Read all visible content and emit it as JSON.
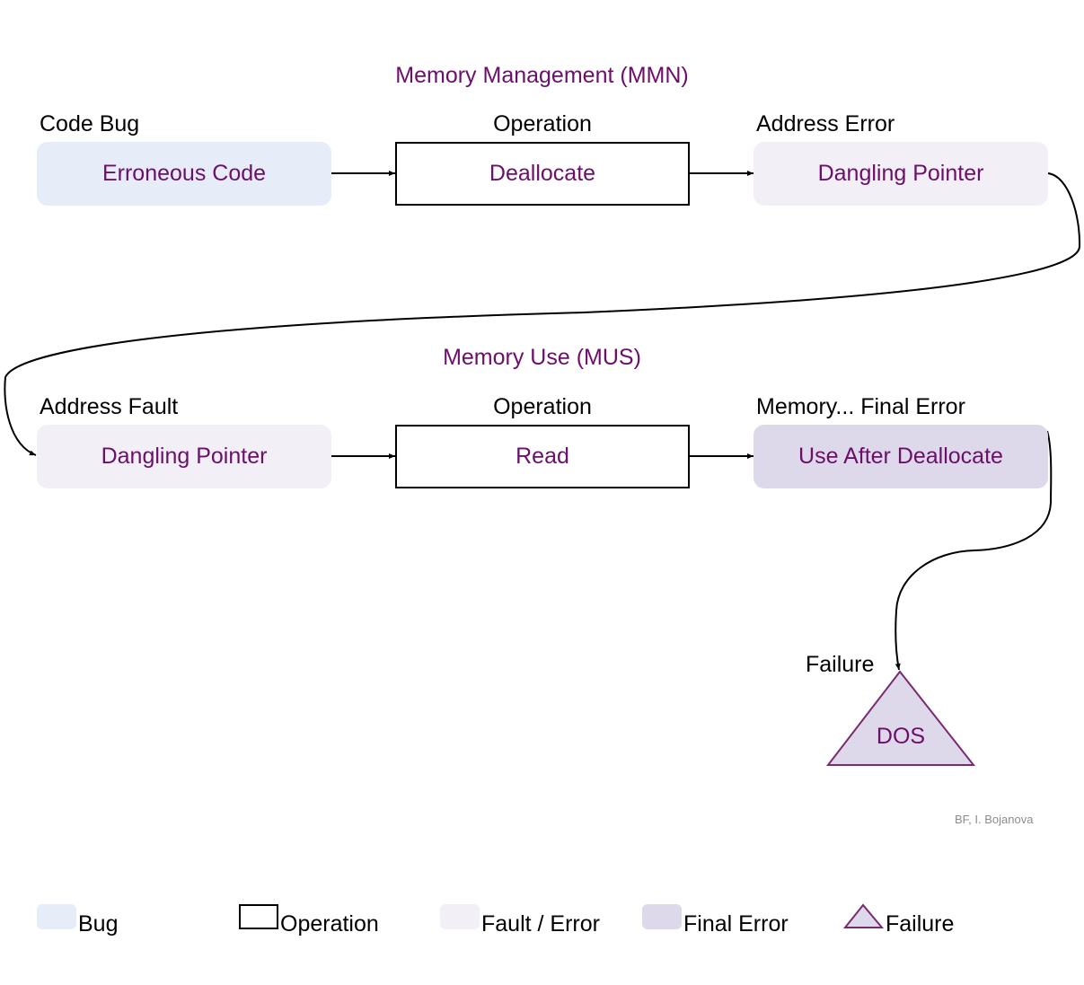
{
  "sections": [
    {
      "title": "Memory Management (MMN)",
      "nodes": [
        {
          "category_label": "Code Bug",
          "text": "Erroneous Code",
          "kind": "bug"
        },
        {
          "category_label": "Operation",
          "text": "Deallocate",
          "kind": "operation"
        },
        {
          "category_label": "Address Error",
          "text": "Dangling Pointer",
          "kind": "fault"
        }
      ]
    },
    {
      "title": "Memory Use (MUS)",
      "nodes": [
        {
          "category_label": "Address Fault",
          "text": "Dangling Pointer",
          "kind": "fault"
        },
        {
          "category_label": "Operation",
          "text": "Read",
          "kind": "operation"
        },
        {
          "category_label": "Memory... Final Error",
          "text": "Use After Deallocate",
          "kind": "final-error"
        }
      ]
    }
  ],
  "failure": {
    "category_label": "Failure",
    "text": "DOS"
  },
  "credit": "BF, I. Bojanova",
  "legend": [
    {
      "label": "Bug",
      "kind": "bug"
    },
    {
      "label": "Operation",
      "kind": "operation"
    },
    {
      "label": "Fault / Error",
      "kind": "fault"
    },
    {
      "label": "Final Error",
      "kind": "final-error"
    },
    {
      "label": "Failure",
      "kind": "failure"
    }
  ],
  "colors": {
    "title_text": "#6b0f6b",
    "bug_fill": "#e6ecf8",
    "fault_fill": "#f2eff7",
    "final_error_fill": "#ded9ea",
    "failure_stroke": "#7a2a6e",
    "arrow": "#000000"
  }
}
